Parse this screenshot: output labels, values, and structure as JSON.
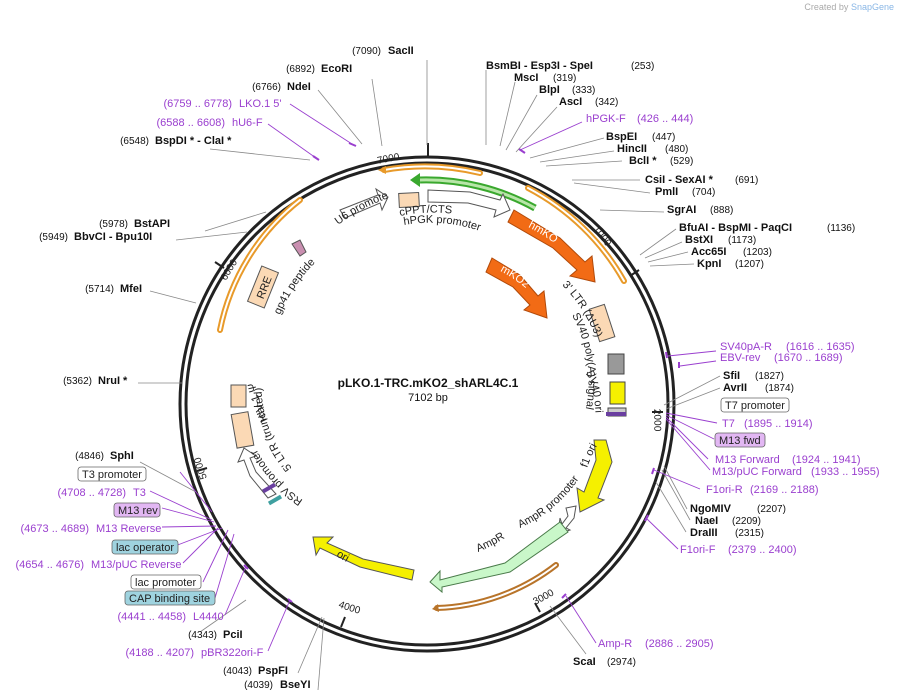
{
  "credit": {
    "prefix": "Created by",
    "brand": "SnapGene"
  },
  "plasmid": {
    "name": "pLKO.1-TRC.mKO2_shARL4C.1",
    "length": "7102 bp"
  },
  "ticks": [
    "1000",
    "2000",
    "3000",
    "4000",
    "5000",
    "6000",
    "7000"
  ],
  "sites_left": [
    {
      "pos": "(7090)",
      "name": "SacII"
    },
    {
      "pos": "(6892)",
      "name": "EcoRI"
    },
    {
      "pos": "(6766)",
      "name": "NdeI"
    },
    {
      "pos": "(6548)",
      "name": "BspDI * - ClaI *"
    },
    {
      "pos": "(5978)",
      "name": "BstAPI"
    },
    {
      "pos": "(5949)",
      "name": "BbvCI  - Bpu10I"
    },
    {
      "pos": "(5714)",
      "name": "MfeI"
    },
    {
      "pos": "(5362)",
      "name": "NruI *"
    },
    {
      "pos": "(4846)",
      "name": "SphI"
    },
    {
      "pos": "(4343)",
      "name": "PciI"
    },
    {
      "pos": "(4043)",
      "name": "PspFI"
    },
    {
      "pos": "(4039)",
      "name": "BseYI"
    }
  ],
  "sites_right": [
    {
      "name": "BsmBI  - Esp3I  - SpeI",
      "pos": "(253)"
    },
    {
      "name": "MscI",
      "pos": "(319)"
    },
    {
      "name": "BlpI",
      "pos": "(333)"
    },
    {
      "name": "AscI",
      "pos": "(342)"
    },
    {
      "name": "BspEI",
      "pos": "(447)"
    },
    {
      "name": "HincII",
      "pos": "(480)"
    },
    {
      "name": "BclI *",
      "pos": "(529)"
    },
    {
      "name": "CsiI  - SexAI *",
      "pos": "(691)"
    },
    {
      "name": "PmlI",
      "pos": "(704)"
    },
    {
      "name": "SgrAI",
      "pos": "(888)"
    },
    {
      "name": "BfuAI  - BspMI  - PaqCI",
      "pos": "(1136)"
    },
    {
      "name": "BstXI",
      "pos": "(1173)"
    },
    {
      "name": "Acc65I",
      "pos": "(1203)"
    },
    {
      "name": "KpnI",
      "pos": "(1207)"
    },
    {
      "name": "SfiI",
      "pos": "(1827)"
    },
    {
      "name": "AvrII",
      "pos": "(1874)"
    },
    {
      "name": "NgoMIV",
      "pos": "(2207)"
    },
    {
      "name": "NaeI",
      "pos": "(2209)"
    },
    {
      "name": "DraIII",
      "pos": "(2315)"
    },
    {
      "name": "ScaI",
      "pos": "(2974)"
    }
  ],
  "primers": [
    {
      "range": "(6759 .. 6778)",
      "name": "LKO.1 5'"
    },
    {
      "range": "(6588 .. 6608)",
      "name": "hU6-F"
    },
    {
      "range": "(426 .. 444)",
      "name": "hPGK-F",
      "range_after": true
    },
    {
      "range": "(1616 .. 1635)",
      "name": "SV40pA-R",
      "range_after": true
    },
    {
      "range": "(1670 .. 1689)",
      "name": "EBV-rev",
      "range_after": true
    },
    {
      "range": "(1895 .. 1914)",
      "name": "T7",
      "range_after": true
    },
    {
      "range": "(1924 .. 1941)",
      "name": "M13 Forward",
      "range_after": true
    },
    {
      "range": "(1933 .. 1955)",
      "name": "M13/pUC Forward",
      "range_after": true
    },
    {
      "range": "(2169 .. 2188)",
      "name": "F1ori-R",
      "range_after": true
    },
    {
      "range": "(2379 .. 2400)",
      "name": "F1ori-F",
      "range_after": true
    },
    {
      "range": "(2886 .. 2905)",
      "name": "Amp-R",
      "range_after": true
    },
    {
      "range": "(4708 .. 4728)",
      "name": "T3"
    },
    {
      "range": "(4673 .. 4689)",
      "name": "M13 Reverse"
    },
    {
      "range": "(4654 .. 4676)",
      "name": "M13/pUC Reverse"
    },
    {
      "range": "(4441 .. 4458)",
      "name": "L4440"
    },
    {
      "range": "(4188 .. 4207)",
      "name": "pBR322ori-F"
    }
  ],
  "boxed_features": {
    "t7_promoter": "T7 promoter",
    "m13_fwd": "M13 fwd",
    "t3_promoter": "T3 promoter",
    "m13_rev": "M13 rev",
    "lac_operator": "lac operator",
    "lac_promoter": "lac promoter",
    "cap_site": "CAP binding site"
  },
  "features": {
    "u6": "U6 promoter",
    "cppt": "cPPT/CTS",
    "hpgk": "hPGK promoter",
    "hmko": "hmKO",
    "mko2": "mKO2",
    "ltr3": "3' LTR (ΔU3)",
    "sv40pa": "SV40 poly(A) signal",
    "sv40ori": "SV40 ori",
    "f1ori": "f1 ori",
    "ampr_prom": "AmpR promoter",
    "ampr": "AmpR",
    "ori": "ori",
    "rsv": "RSV promoter",
    "ltr5": "5' LTR (truncated)",
    "hivpsi": "HIV-1 Ψ",
    "rre": "RRE",
    "gp41": "gp41 peptide"
  },
  "colors": {
    "backbone": "#222222",
    "orange_feature": "#f26b15",
    "yellow_feature": "#f5f000",
    "amp_green": "#c9f7c9",
    "gfp_green": "#3aa82e",
    "primer": "#9a3fcf",
    "ltr_fill": "#fbd9b5",
    "arc_orange": "#e89a2a",
    "m13_box": "#e2b7f3",
    "blue_box": "#9fd3df"
  }
}
